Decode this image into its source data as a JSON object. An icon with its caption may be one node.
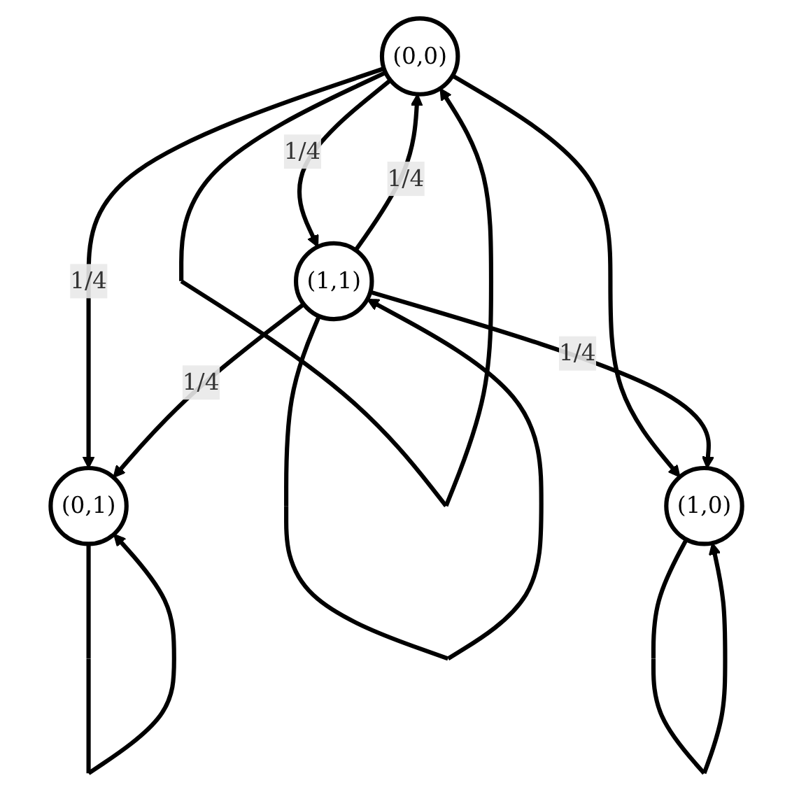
{
  "diagram": {
    "nodes": [
      {
        "text": [
          "(0,0)"
        ]
      },
      {
        "text": [
          "(0,1)"
        ]
      },
      {
        "text": [
          "(1,0)"
        ]
      },
      {
        "text": [
          "(1,1)"
        ]
      }
    ],
    "edges": [
      {
        "from": 0,
        "to": 0,
        "arrow": "to"
      },
      {
        "from": 1,
        "to": 1,
        "arrow": "to"
      },
      {
        "from": 2,
        "to": 2,
        "arrow": "to"
      },
      {
        "from": 3,
        "to": 3,
        "arrow": "to"
      },
      {
        "from": 0,
        "to": 1,
        "arrow": "to",
        "label": "1/4"
      },
      {
        "from": 0,
        "to": 2,
        "arrow": "to"
      },
      {
        "from": 0,
        "to": 3,
        "arrow": "to",
        "label": "1/4"
      },
      {
        "from": 3,
        "to": 0,
        "arrow": "to",
        "label": "1/4"
      },
      {
        "from": 3,
        "to": 1,
        "arrow": "to",
        "label": "1/4"
      },
      {
        "from": 3,
        "to": 2,
        "arrow": "to",
        "label": "1/4"
      }
    ]
  }
}
